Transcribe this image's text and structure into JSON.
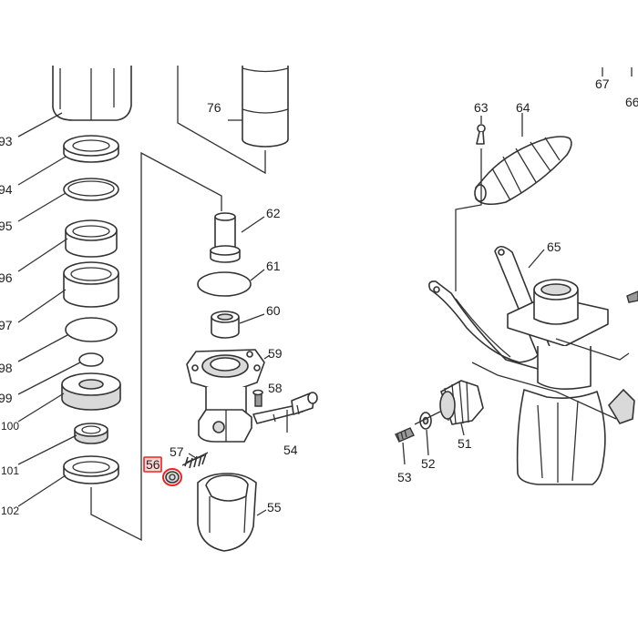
{
  "labels": {
    "l93": "93",
    "l94": "94",
    "l95": "95",
    "l96": "96",
    "l97": "97",
    "l98": "98",
    "l99": "99",
    "l100": "100",
    "l101": "101",
    "l102": "102",
    "l76": "76",
    "l62": "62",
    "l61": "61",
    "l60": "60",
    "l59": "59",
    "l58": "58",
    "l57": "57",
    "l56": "56",
    "l55": "55",
    "l54": "54",
    "l63": "63",
    "l64": "64",
    "l65": "65",
    "l67": "67",
    "l66": "66",
    "l51": "51",
    "l52": "52",
    "l53": "53"
  },
  "highlight": {
    "part": "56",
    "color": "#ee2222"
  }
}
